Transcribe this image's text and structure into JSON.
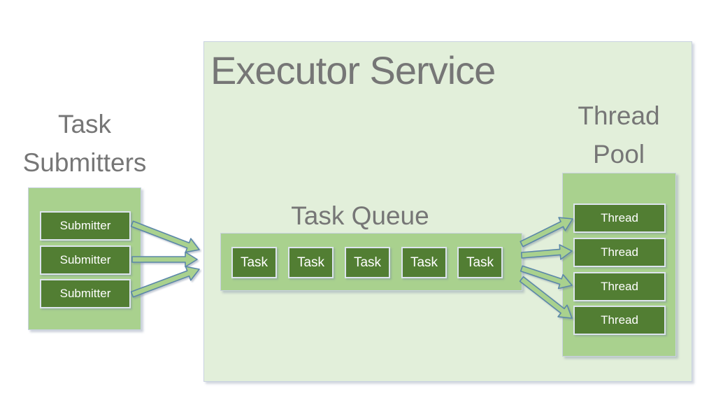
{
  "diagram": {
    "title": "Executor Service",
    "submitters_label": {
      "line1": "Task",
      "line2": "Submitters"
    },
    "queue_label": "Task Queue",
    "thread_pool_label": {
      "line1": "Thread",
      "line2": "Pool"
    },
    "submitters": [
      {
        "label": "Submitter"
      },
      {
        "label": "Submitter"
      },
      {
        "label": "Submitter"
      }
    ],
    "tasks": [
      {
        "label": "Task"
      },
      {
        "label": "Task"
      },
      {
        "label": "Task"
      },
      {
        "label": "Task"
      },
      {
        "label": "Task"
      }
    ],
    "threads": [
      {
        "label": "Thread"
      },
      {
        "label": "Thread"
      },
      {
        "label": "Thread"
      },
      {
        "label": "Thread"
      }
    ]
  },
  "colors": {
    "canvas_bg": "#ffffff",
    "panel_light_green": "#e2efda",
    "container_green": "#a9d18e",
    "box_dark_green": "#527e33",
    "box_text": "#ffffff",
    "label_gray": "#767676",
    "arrow_fill": "#a9d18e",
    "arrow_outline": "#5b87a9",
    "border_light": "#c9d2e0"
  }
}
